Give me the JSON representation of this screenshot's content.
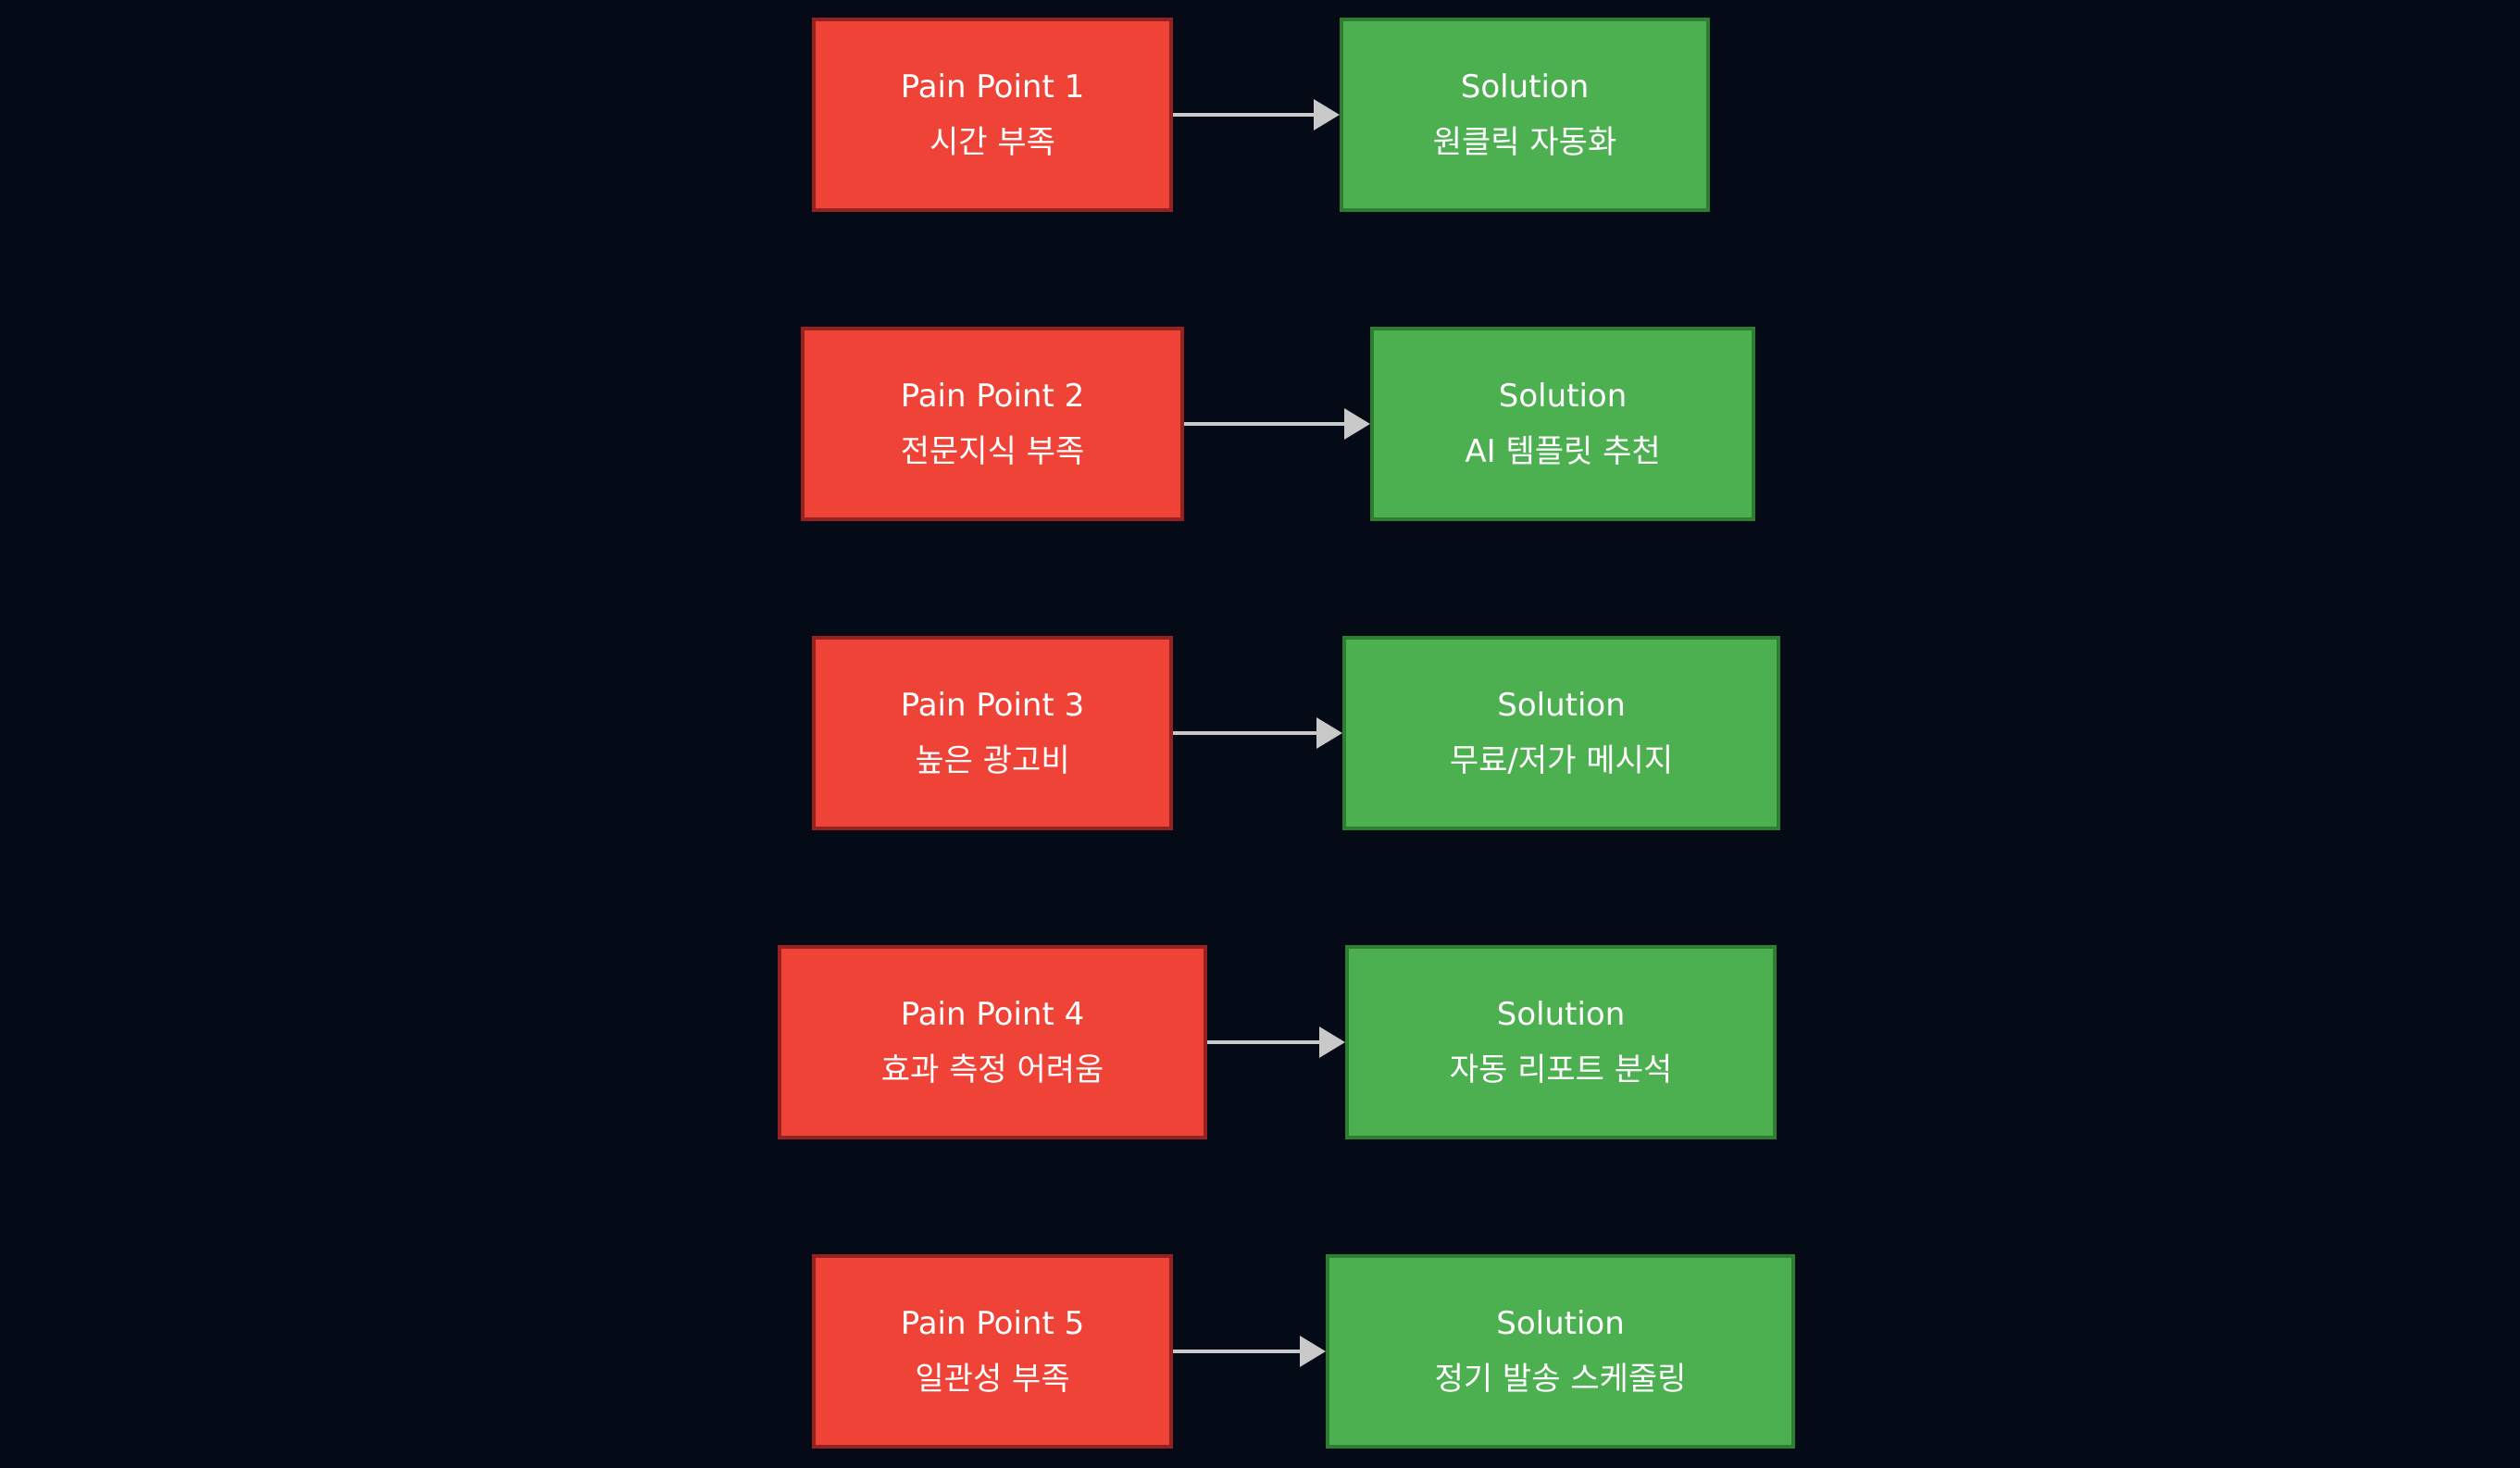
{
  "diagram": {
    "background": "#040a16",
    "colors": {
      "pain_fill": "#f04338",
      "pain_border": "#952220",
      "solution_fill": "#4caf50",
      "solution_border": "#2e7d32",
      "arrow": "#c9c9c9",
      "text": "#ffffff"
    },
    "rows": [
      {
        "pain": {
          "title": "Pain Point 1",
          "subtitle": "시간 부족"
        },
        "solution": {
          "title": "Solution",
          "subtitle": "원클릭 자동화"
        }
      },
      {
        "pain": {
          "title": "Pain Point 2",
          "subtitle": "전문지식 부족"
        },
        "solution": {
          "title": "Solution",
          "subtitle": "AI 템플릿 추천"
        }
      },
      {
        "pain": {
          "title": "Pain Point 3",
          "subtitle": "높은 광고비"
        },
        "solution": {
          "title": "Solution",
          "subtitle": "무료/저가 메시지"
        }
      },
      {
        "pain": {
          "title": "Pain Point 4",
          "subtitle": "효과 측정 어려움"
        },
        "solution": {
          "title": "Solution",
          "subtitle": "자동 리포트 분석"
        }
      },
      {
        "pain": {
          "title": "Pain Point 5",
          "subtitle": "일관성 부족"
        },
        "solution": {
          "title": "Solution",
          "subtitle": "정기 발송 스케줄링"
        }
      }
    ]
  }
}
